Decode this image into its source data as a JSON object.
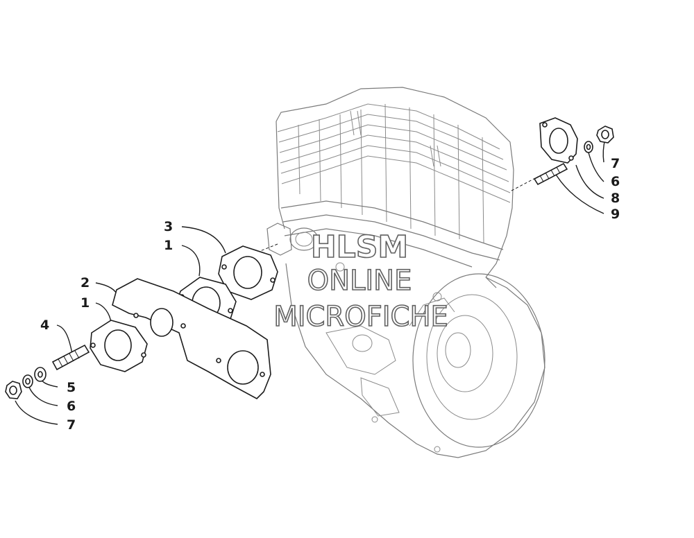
{
  "callouts": {
    "left_gasket_top": "3",
    "left_flange_top": "1",
    "plate_gasket": "2",
    "left_flange_bottom": "1",
    "stud_left": "4",
    "washer_left": "5",
    "lock_washer_left": "6",
    "nut_left": "7",
    "nut_right": "7",
    "lock_washer_right": "6",
    "flange_gasket_right": "8",
    "stud_right": "9"
  },
  "watermark": {
    "line1": "HLSM",
    "line2": "ONLINE",
    "line3": "MICROFICHE"
  }
}
